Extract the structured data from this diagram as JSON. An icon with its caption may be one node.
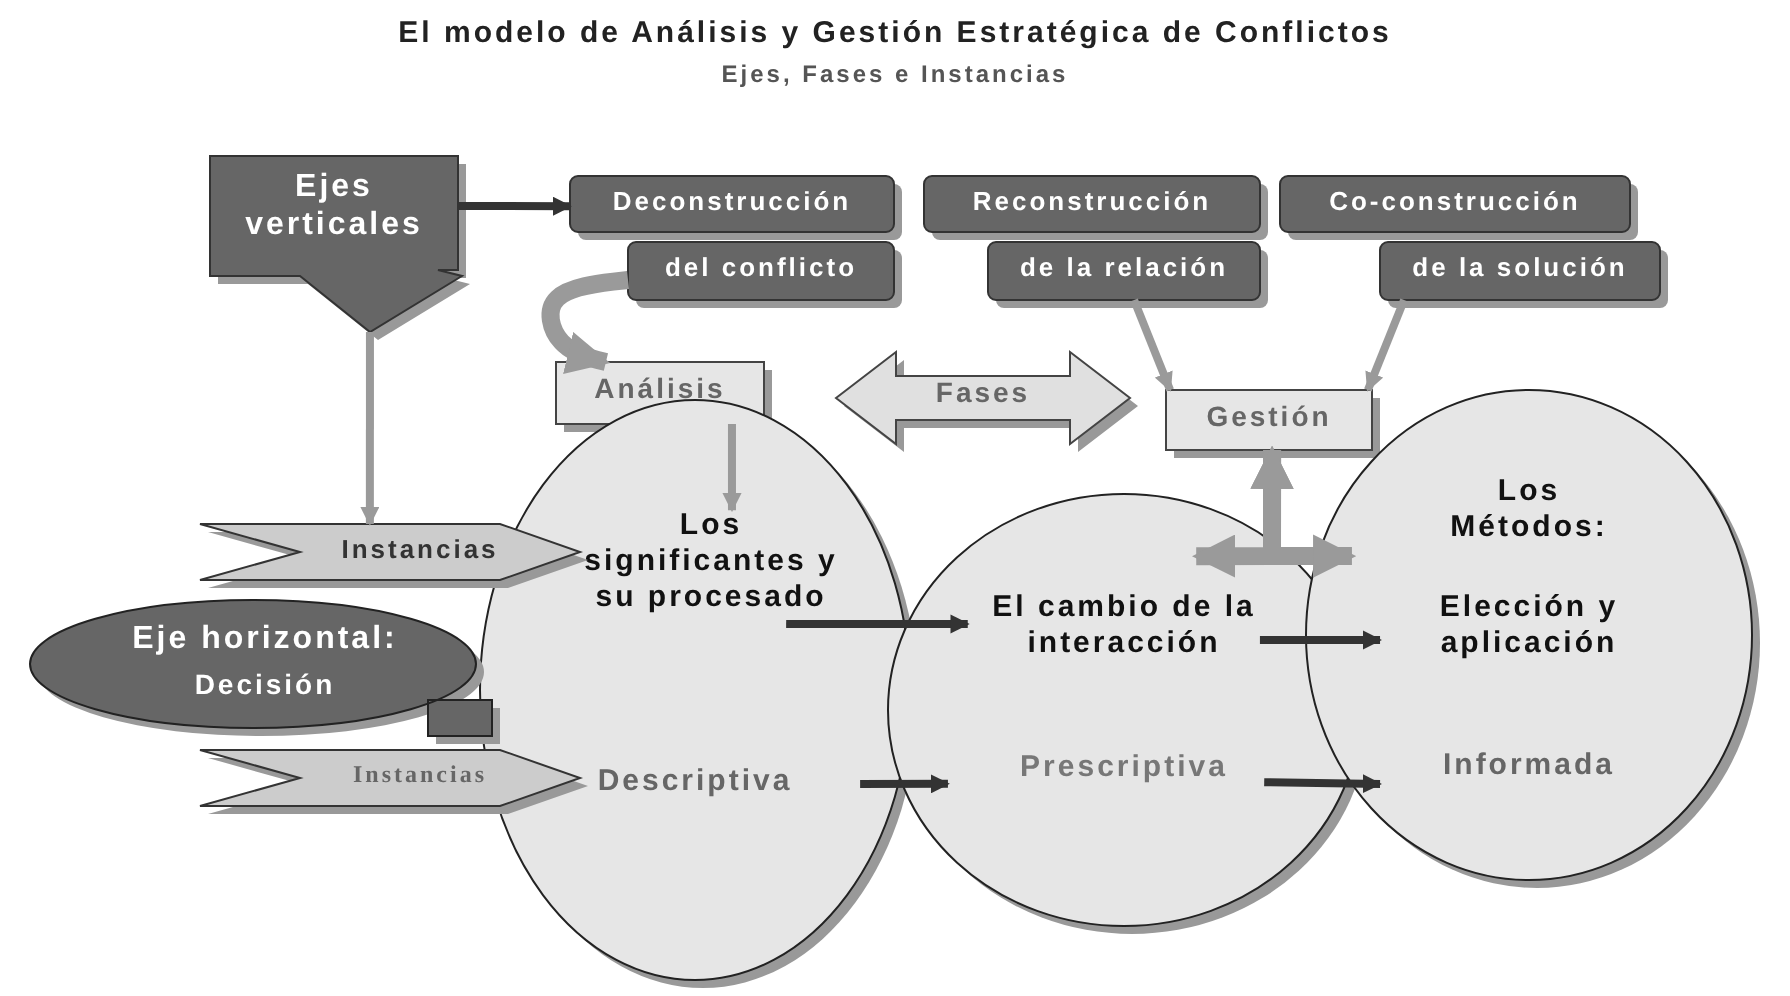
{
  "diagram": {
    "title": "El modelo de Análisis y Gestión Estratégica de Conflictos",
    "nodes": [
      {
        "text": [
          "Ejes verticales"
        ]
      },
      {
        "text": [
          "Deconstrucción"
        ]
      },
      {
        "text": [
          "del conflicto"
        ]
      },
      {
        "text": [
          "Reconstrucción"
        ]
      },
      {
        "text": [
          "de la relación"
        ]
      },
      {
        "text": [
          "Co-construcción"
        ]
      },
      {
        "text": [
          "de la solución"
        ]
      },
      {
        "text": [
          "Análisis"
        ]
      },
      {
        "text": [
          "Fases"
        ]
      },
      {
        "text": [
          "Gestión"
        ]
      },
      {
        "text": [
          "Los significantes y su procesado",
          "Descriptiva"
        ]
      },
      {
        "text": [
          "El cambio de la interacción",
          "Prescriptiva"
        ]
      },
      {
        "text": [
          "Los Métodos:",
          "Elección y aplicación",
          "Informada"
        ]
      },
      {
        "text": [
          "Instancias"
        ]
      },
      {
        "text": [
          "Eje horizontal:",
          "Decisión"
        ]
      },
      {
        "text": [
          "Instancias"
        ]
      }
    ],
    "edges": [
      {
        "from": 0,
        "to": 1,
        "arrow": "to",
        "color": "#333333"
      },
      {
        "from": 0,
        "to": 13,
        "arrow": "to"
      },
      {
        "from": 2,
        "to": 7,
        "arrow": "to",
        "style": "thick"
      },
      {
        "from": 7,
        "to": 10,
        "arrow": "to"
      },
      {
        "from": 4,
        "to": 9,
        "arrow": "to"
      },
      {
        "from": 6,
        "to": 9,
        "arrow": "to"
      },
      {
        "from": 9,
        "to": 11,
        "arrow": "both",
        "style": "thick"
      },
      {
        "from": 9,
        "to": 12,
        "arrow": "both",
        "style": "thick"
      },
      {
        "from": 10,
        "to": 11,
        "arrow": "to",
        "color": "#333333"
      },
      {
        "from": 11,
        "to": 12,
        "arrow": "to",
        "color": "#333333"
      },
      {
        "from": 10,
        "to": 11,
        "arrow": "to",
        "color": "#333333"
      },
      {
        "from": 11,
        "to": 12,
        "arrow": "to",
        "color": "#333333"
      }
    ],
    "labels": [
      "Ejes, Fases e Instancias"
    ]
  }
}
